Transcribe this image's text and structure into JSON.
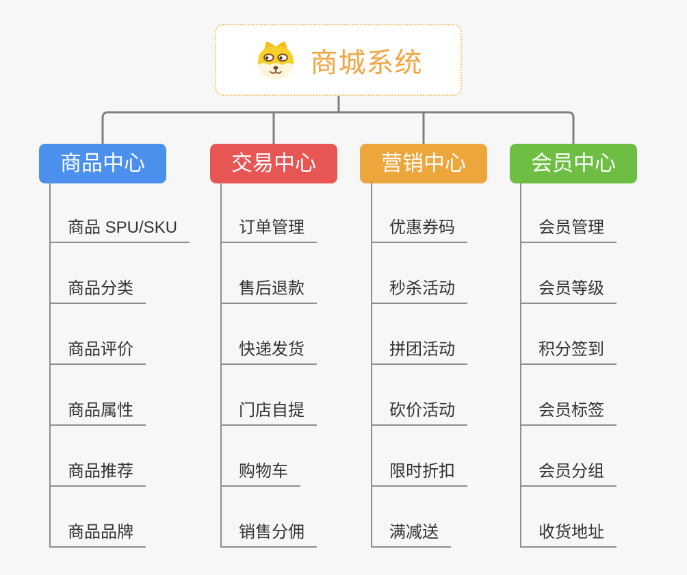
{
  "page": {
    "background_color": "#f7f7f7",
    "connector_color": "#7f7f7f",
    "branch_line_color": "#8e8e8e"
  },
  "root": {
    "title": "商城系统",
    "title_color": "#f1a643",
    "border_color": "#f2c06d",
    "icon": "doge-face-icon"
  },
  "branches": [
    {
      "label": "商品中心",
      "color": "#4b90ec",
      "items": [
        "商品 SPU/SKU",
        "商品分类",
        "商品评价",
        "商品属性",
        "商品推荐",
        "商品品牌"
      ]
    },
    {
      "label": "交易中心",
      "color": "#e85654",
      "items": [
        "订单管理",
        "售后退款",
        "快递发货",
        "门店自提",
        "购物车",
        "销售分佣"
      ]
    },
    {
      "label": "营销中心",
      "color": "#eda63c",
      "items": [
        "优惠券码",
        "秒杀活动",
        "拼团活动",
        "砍价活动",
        "限时折扣",
        "满减送"
      ]
    },
    {
      "label": "会员中心",
      "color": "#6ebe44",
      "items": [
        "会员管理",
        "会员等级",
        "积分签到",
        "会员标签",
        "会员分组",
        "收货地址"
      ]
    }
  ]
}
